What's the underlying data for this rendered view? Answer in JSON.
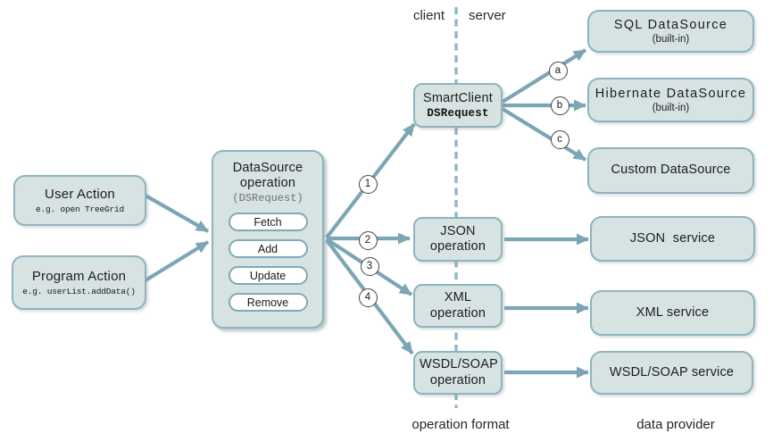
{
  "diagram": {
    "client_label": "client",
    "server_label": "server",
    "operation_format_label": "operation format",
    "data_provider_label": "data provider"
  },
  "nodes": {
    "user_action": {
      "title": "User Action",
      "example": "e.g. open TreeGrid"
    },
    "program_action": {
      "title": "Program Action",
      "example": "e.g. userList.addData()"
    },
    "datasource_operation": {
      "title": "DataSource operation",
      "subtitle": "(DSRequest)",
      "operations": [
        "Fetch",
        "Add",
        "Update",
        "Remove"
      ]
    },
    "smartclient_dsrequest": {
      "title": "SmartClient",
      "code": "DSRequest"
    },
    "json_operation": {
      "title": "JSON operation"
    },
    "xml_operation": {
      "title": "XML operation"
    },
    "wsdl_soap_operation": {
      "title": "WSDL/SOAP operation"
    },
    "sql_datasource": {
      "title": "SQL DataSource",
      "note": "(built-in)"
    },
    "hibernate_datasource": {
      "title": "Hibernate DataSource",
      "note": "(built-in)"
    },
    "custom_datasource": {
      "title": "Custom DataSource"
    },
    "json_service": {
      "title": "JSON  service"
    },
    "xml_service": {
      "title": "XML service"
    },
    "wsdl_soap_service": {
      "title": "WSDL/SOAP service"
    }
  },
  "connector_labels": {
    "n1": "1",
    "n2": "2",
    "n3": "3",
    "n4": "4",
    "a": "a",
    "b": "b",
    "c": "c"
  },
  "colors": {
    "node_fill": "#d7e3e3",
    "node_border": "#8db4be",
    "arrow": "#7ca6b4",
    "divider": "#8fbac4"
  }
}
